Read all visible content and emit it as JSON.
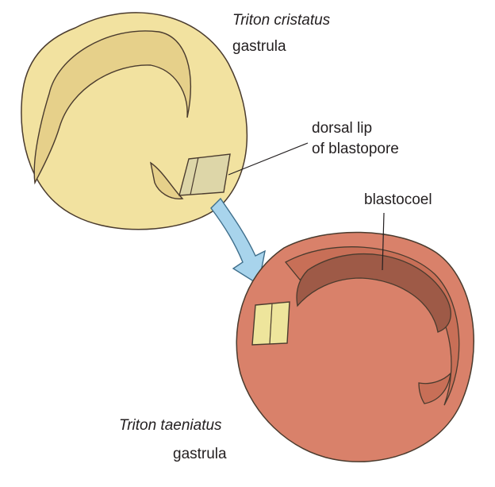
{
  "diagram": {
    "donor": {
      "species": "Triton cristatus",
      "stage": "gastrula",
      "color": "#f3e3a0"
    },
    "host": {
      "species": "Triton taeniatus",
      "stage": "gastrula",
      "color": "#d9816a"
    },
    "labels": {
      "dorsal_lip_line1": "dorsal lip",
      "dorsal_lip_line2": "of blastopore",
      "blastocoel": "blastocoel"
    },
    "colors": {
      "graft": "#e8e09a",
      "arrow": "#a8d4ec",
      "outline": "#4a3b2e",
      "host_cavity": "#9e5a47"
    }
  }
}
